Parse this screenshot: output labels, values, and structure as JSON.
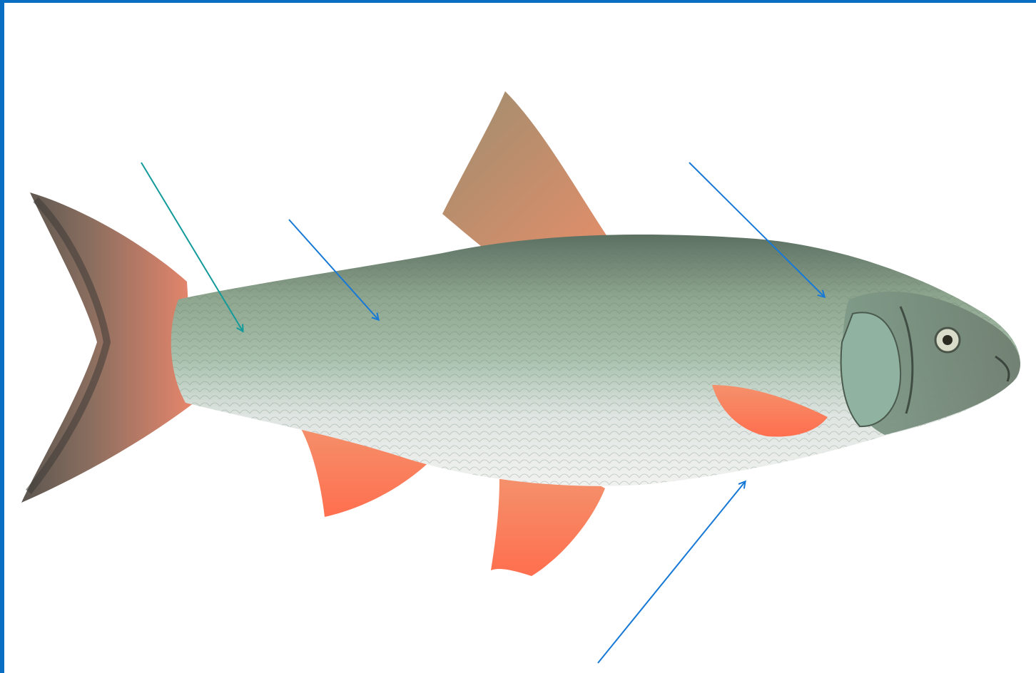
{
  "diagram": {
    "subject": "fish",
    "labels": []
  },
  "colors": {
    "frame": "#0a6fc2",
    "arrow_blue": "#1779d6",
    "arrow_teal": "#139a9a",
    "fin_orange": "#f07a52",
    "body_green": "#9cb39a",
    "belly": "#e9ecea"
  },
  "arrows": [
    {
      "name": "arrow-tail-stalk",
      "color": "teal"
    },
    {
      "name": "arrow-body-scales",
      "color": "blue"
    },
    {
      "name": "arrow-gill-cover",
      "color": "blue"
    },
    {
      "name": "arrow-belly",
      "color": "blue"
    }
  ]
}
